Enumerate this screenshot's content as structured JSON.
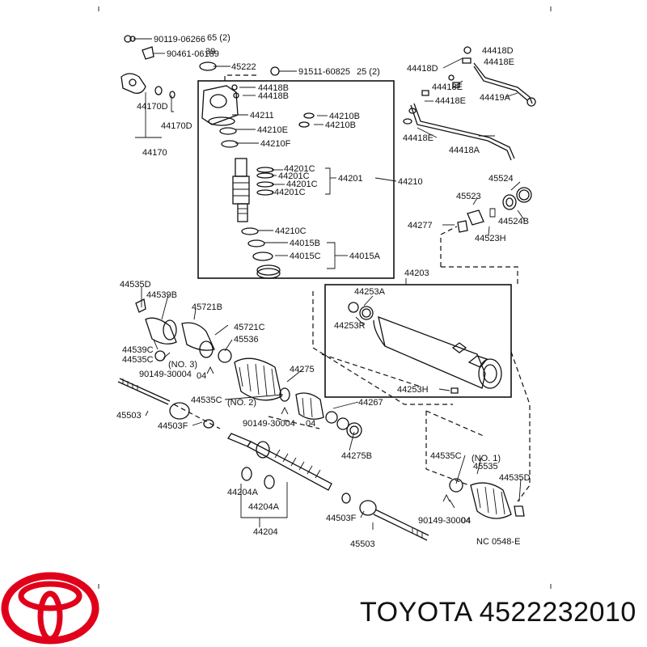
{
  "labels": [
    {
      "id": "l1",
      "text": "90119-06266"
    },
    {
      "id": "l2",
      "text": "65 (2)"
    },
    {
      "id": "l3",
      "text": "39"
    },
    {
      "id": "l4",
      "text": "90461-06189"
    },
    {
      "id": "l5",
      "text": "45222"
    },
    {
      "id": "l6",
      "text": "91511-60825"
    },
    {
      "id": "l7",
      "text": "25 (2)"
    },
    {
      "id": "l8",
      "text": "44418B"
    },
    {
      "id": "l9",
      "text": "44418B"
    },
    {
      "id": "l10",
      "text": "44211"
    },
    {
      "id": "l11",
      "text": "44170D"
    },
    {
      "id": "l12",
      "text": "44170D"
    },
    {
      "id": "l13",
      "text": "44170"
    },
    {
      "id": "l14",
      "text": "44210B"
    },
    {
      "id": "l15",
      "text": "44210B"
    },
    {
      "id": "l16",
      "text": "44210E"
    },
    {
      "id": "l17",
      "text": "44210F"
    },
    {
      "id": "l18",
      "text": "44201C"
    },
    {
      "id": "l19",
      "text": "44201C"
    },
    {
      "id": "l20",
      "text": "44201C"
    },
    {
      "id": "l21",
      "text": "44201C"
    },
    {
      "id": "l22",
      "text": "44201"
    },
    {
      "id": "l23",
      "text": "44210"
    },
    {
      "id": "l24",
      "text": "44210C"
    },
    {
      "id": "l25",
      "text": "44015B"
    },
    {
      "id": "l26",
      "text": "44015C"
    },
    {
      "id": "l27",
      "text": "44015A"
    },
    {
      "id": "l28",
      "text": "44418D"
    },
    {
      "id": "l29",
      "text": "44418E"
    },
    {
      "id": "l30",
      "text": "44418D"
    },
    {
      "id": "l31",
      "text": "44418E"
    },
    {
      "id": "l32",
      "text": "44418E"
    },
    {
      "id": "l33",
      "text": "44419A"
    },
    {
      "id": "l34",
      "text": "44418E"
    },
    {
      "id": "l35",
      "text": "44418A"
    },
    {
      "id": "l36",
      "text": "45524"
    },
    {
      "id": "l37",
      "text": "45523"
    },
    {
      "id": "l38",
      "text": "44277"
    },
    {
      "id": "l39",
      "text": "44524B"
    },
    {
      "id": "l40",
      "text": "44523H"
    },
    {
      "id": "l41",
      "text": "44203"
    },
    {
      "id": "l42",
      "text": "44253A"
    },
    {
      "id": "l43",
      "text": "44253R"
    },
    {
      "id": "l44",
      "text": "44253H"
    },
    {
      "id": "l45",
      "text": "44535D"
    },
    {
      "id": "l46",
      "text": "44539B"
    },
    {
      "id": "l47",
      "text": "45721B"
    },
    {
      "id": "l48",
      "text": "45721C"
    },
    {
      "id": "l49",
      "text": "45536"
    },
    {
      "id": "l50",
      "text": "44539C"
    },
    {
      "id": "l51",
      "text": "44535C"
    },
    {
      "id": "l52",
      "text": "(NO. 3)"
    },
    {
      "id": "l53",
      "text": "90149-30004"
    },
    {
      "id": "l54",
      "text": "04"
    },
    {
      "id": "l55",
      "text": "44275"
    },
    {
      "id": "l56",
      "text": "44535C"
    },
    {
      "id": "l57",
      "text": "(NO. 2)"
    },
    {
      "id": "l58",
      "text": "44267"
    },
    {
      "id": "l59",
      "text": "45503"
    },
    {
      "id": "l60",
      "text": "44503F"
    },
    {
      "id": "l61",
      "text": "90149-30004"
    },
    {
      "id": "l62",
      "text": "04"
    },
    {
      "id": "l63",
      "text": "44275B"
    },
    {
      "id": "l64",
      "text": "44535C"
    },
    {
      "id": "l65",
      "text": "(NO. 1)"
    },
    {
      "id": "l66",
      "text": "45535"
    },
    {
      "id": "l67",
      "text": "44535D"
    },
    {
      "id": "l68",
      "text": "44204A"
    },
    {
      "id": "l69",
      "text": "44204A"
    },
    {
      "id": "l70",
      "text": "44204"
    },
    {
      "id": "l71",
      "text": "44503F"
    },
    {
      "id": "l72",
      "text": "45503"
    },
    {
      "id": "l73",
      "text": "90149-30004"
    },
    {
      "id": "l74",
      "text": "04"
    },
    {
      "id": "l75",
      "text": "NC 0548-E"
    }
  ],
  "footer": {
    "brand_text": "TOYOTA 4522232010",
    "logo_color": "#e1001a"
  }
}
